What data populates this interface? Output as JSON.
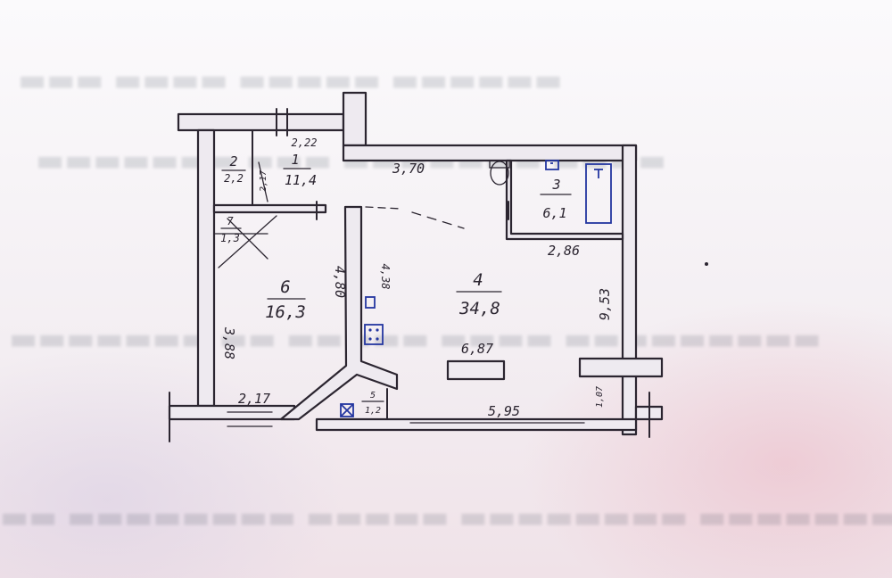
{
  "floor_plan": {
    "rooms": [
      {
        "number": "1",
        "area": "11,4"
      },
      {
        "number": "2",
        "area": "2,2"
      },
      {
        "number": "3",
        "area": "6,1"
      },
      {
        "number": "4",
        "area": "34,8"
      },
      {
        "number": "5",
        "area": "1,2"
      },
      {
        "number": "6",
        "area": "16,3"
      },
      {
        "number": "7",
        "area": "1,3"
      }
    ],
    "dimensions": {
      "d_2_22": "2,22",
      "d_2_17_v": "2,17",
      "d_3_70": "3,70",
      "d_2_86": "2,86",
      "d_9_53": "9,53",
      "d_4_38": "4,38",
      "d_4_80": "4,80",
      "d_3_88": "3,88",
      "d_2_17_b": "2,17",
      "d_6_87": "6,87",
      "d_5_95": "5,95",
      "d_1_07": "1,07"
    },
    "colors": {
      "ink": "#2b2530",
      "fixtures_blue": "#2436a0",
      "wall_fill": "#eeeaf0"
    }
  }
}
